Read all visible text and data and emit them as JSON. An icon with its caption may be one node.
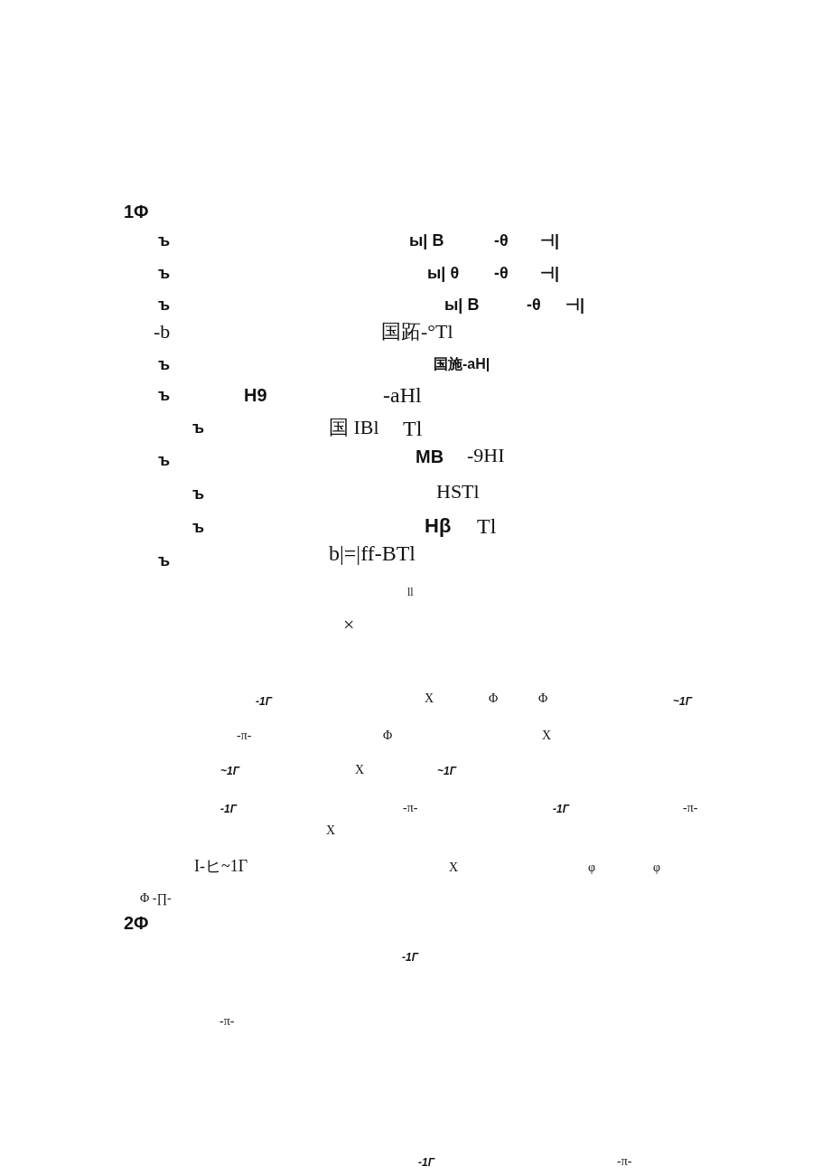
{
  "diagram": {
    "labels": [
      "1Φ",
      "ъ",
      "ы| B",
      "-θ",
      "⊣|",
      "ъ",
      "ы| θ",
      "-θ",
      "⊣|",
      "ъ",
      "ы| B",
      "-θ",
      "⊣|",
      "-b",
      "国跖-°Tl",
      "ъ",
      "国施-aH|",
      "ъ",
      "H9",
      "-aHl",
      "ъ",
      "国 IBl",
      "Tl",
      "ъ",
      "MB",
      "-9HI",
      "ъ",
      "HSTl",
      "ъ",
      "Hβ",
      "Tl",
      "b|=|ff-BTl",
      "ъ",
      "ll",
      "×",
      "-1Γ",
      "X",
      "Φ",
      "Φ",
      "~1Γ",
      "-π-",
      "Φ",
      "X",
      "~1Γ",
      "X",
      "~1Γ",
      "-1Γ",
      "-π-",
      "-1Γ",
      "-π-",
      "X",
      "I-ヒ~1Γ",
      "X",
      "φ",
      "φ",
      "Φ -∏-",
      "2Φ",
      "-1Γ",
      "-π-",
      "-1Γ",
      "-π-"
    ]
  }
}
